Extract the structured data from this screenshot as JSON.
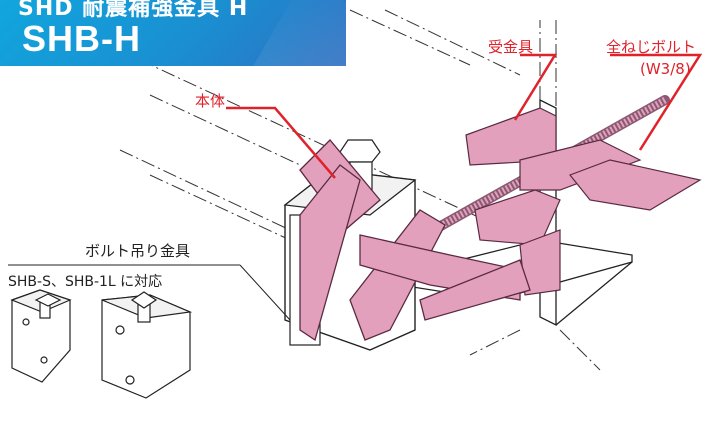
{
  "banner": {
    "series": "SHD 耐震補強金具 H",
    "model": "SHB-H",
    "background_color": "#1a9ad6"
  },
  "callouts": {
    "receiver": "受金具",
    "body": "本体",
    "bolt": "全ねじボルト",
    "bolt_size": "(W3/8)"
  },
  "accessory_note": {
    "title": "ボルト吊り金具",
    "compat": "SHB-S、SHB-1L に対応"
  },
  "colors": {
    "part_fill": "#e2a0bd",
    "part_dark": "#c8769c",
    "callout_text": "#e0232b",
    "line": "#222222"
  }
}
